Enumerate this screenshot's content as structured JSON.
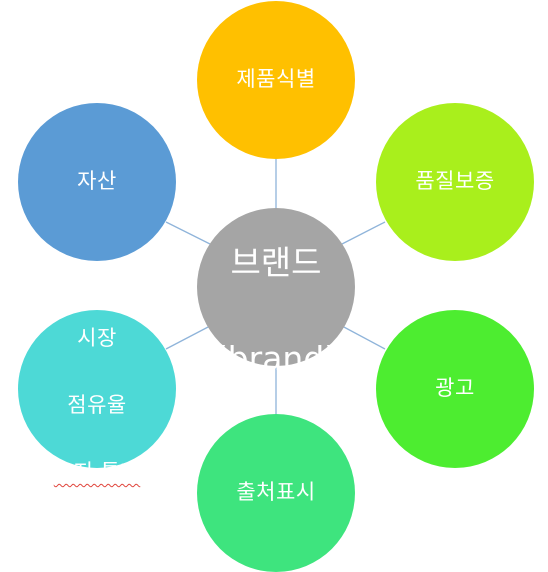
{
  "center": {
    "line1": "브랜드",
    "line2": "(brand)",
    "color": "#a5a5a5"
  },
  "nodes": [
    {
      "id": "top",
      "label": "제품식별",
      "color": "#ffc000"
    },
    {
      "id": "tr",
      "label": "품질보증",
      "color": "#a9ef1c"
    },
    {
      "id": "br",
      "label": "광고",
      "color": "#4ded30"
    },
    {
      "id": "bottom",
      "label": "출처표시",
      "color": "#3ee47e"
    },
    {
      "id": "bl",
      "lines": [
        "시장",
        "점유율",
        "유지·통제"
      ],
      "color": "#4dd9d6"
    },
    {
      "id": "tl",
      "label": "자산",
      "color": "#5b9bd5"
    }
  ],
  "connector_color": "#8fb4da"
}
